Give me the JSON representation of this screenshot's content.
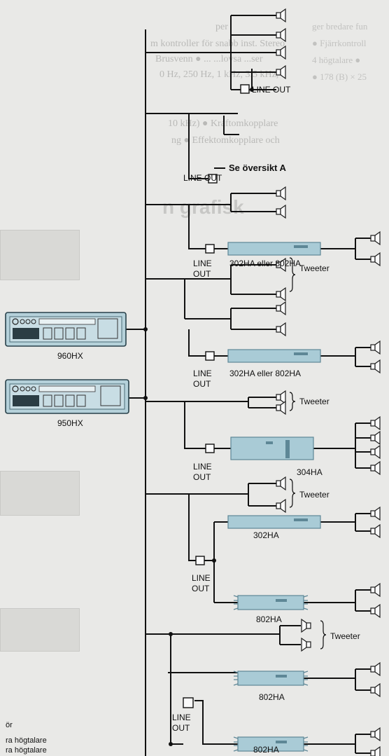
{
  "head_units": [
    {
      "id": "head-960",
      "label": "960HX"
    },
    {
      "id": "head-950",
      "label": "950HX"
    }
  ],
  "labels": {
    "line_out": "LINE",
    "line_out2": "OUT",
    "line_out_full": "LINE OUT",
    "se_oversikt": "Se översikt A",
    "tweeter": "Tweeter",
    "amp_302_802": "302HA eller 802HA",
    "amp_304": "304HA",
    "amp_302": "302HA",
    "amp_802": "802HA"
  },
  "background_text": {
    "top_lines": [
      "per",
      "m kontroller för snabb inst. Stereo",
      "Brusvenn  ●  ...  ...lovsa  ...ser",
      "0 Hz, 250 Hz, 1 kHz, 3.5 kHz,",
      "10 kHz)  ●  Kraftomkopplare",
      "ng  ●  Effektomkopplare och"
    ],
    "right_lines": [
      "ger bredare fun",
      "●  Fjärrkontroll",
      "4 högtalare  ●",
      "●  178 (B) × 25"
    ],
    "heading": "n grafisk",
    "left_notes": [
      "ör",
      "ra högtalare",
      "ra högtalare"
    ]
  },
  "colors": {
    "line": "#111111",
    "amp_fill": "#a9cbd6",
    "amp_stroke": "#5e8796",
    "head_fill": "#b5d1da",
    "speaker_stroke": "#1a1a1a"
  }
}
